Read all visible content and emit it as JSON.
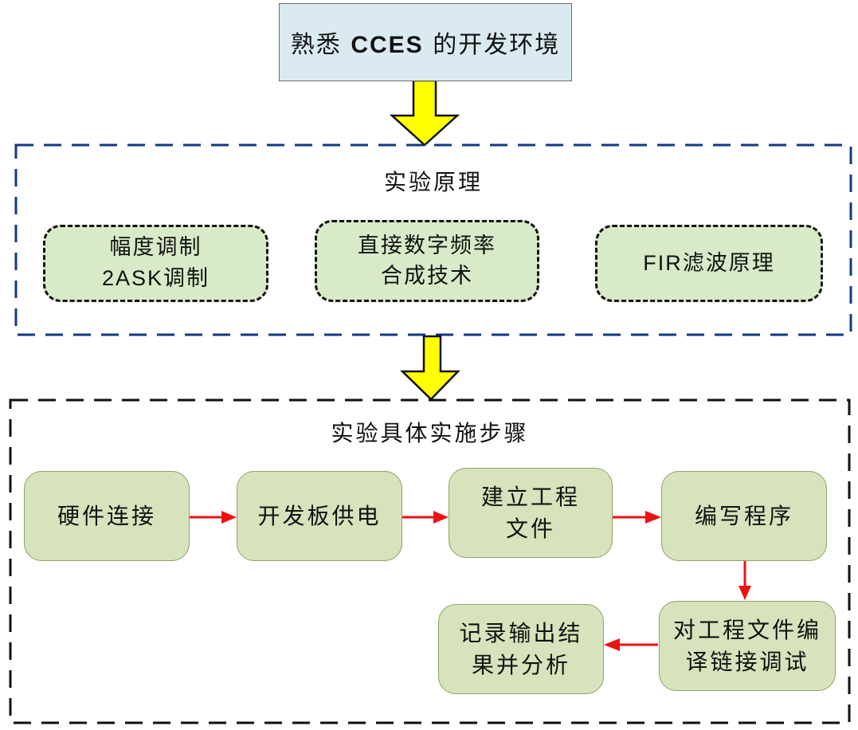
{
  "diagram": {
    "top": {
      "label_prefix": "熟悉 ",
      "label_latin": "CCES",
      "label_suffix": " 的开发环境"
    },
    "principles": {
      "title": "实验原理",
      "border_color": "#0f3a85",
      "items": [
        {
          "line1": "幅度调制",
          "line2_latin": "2ASK",
          "line2_cn": "调制"
        },
        {
          "line1": "直接数字频率",
          "line2": "合成技术"
        },
        {
          "latin": "FIR",
          "cn": "滤波原理"
        }
      ]
    },
    "steps": {
      "title": "实验具体实施步骤",
      "border_color": "#111111",
      "items": [
        {
          "line1": "硬件连接"
        },
        {
          "line1": "开发板供电"
        },
        {
          "line1": "建立工程",
          "line2": "文件"
        },
        {
          "line1": "编写程序"
        },
        {
          "line1": "对工程文件编",
          "line2": "译链接调试"
        },
        {
          "line1": "记录输出结",
          "line2": "果并分析"
        }
      ]
    },
    "colors": {
      "top_fill": "#dbeaf1",
      "principle_fill": "#d8eac8",
      "step_fill": "#d7e3bc",
      "step_arrow": "#ee1111",
      "big_arrow": "#ffff00"
    }
  }
}
